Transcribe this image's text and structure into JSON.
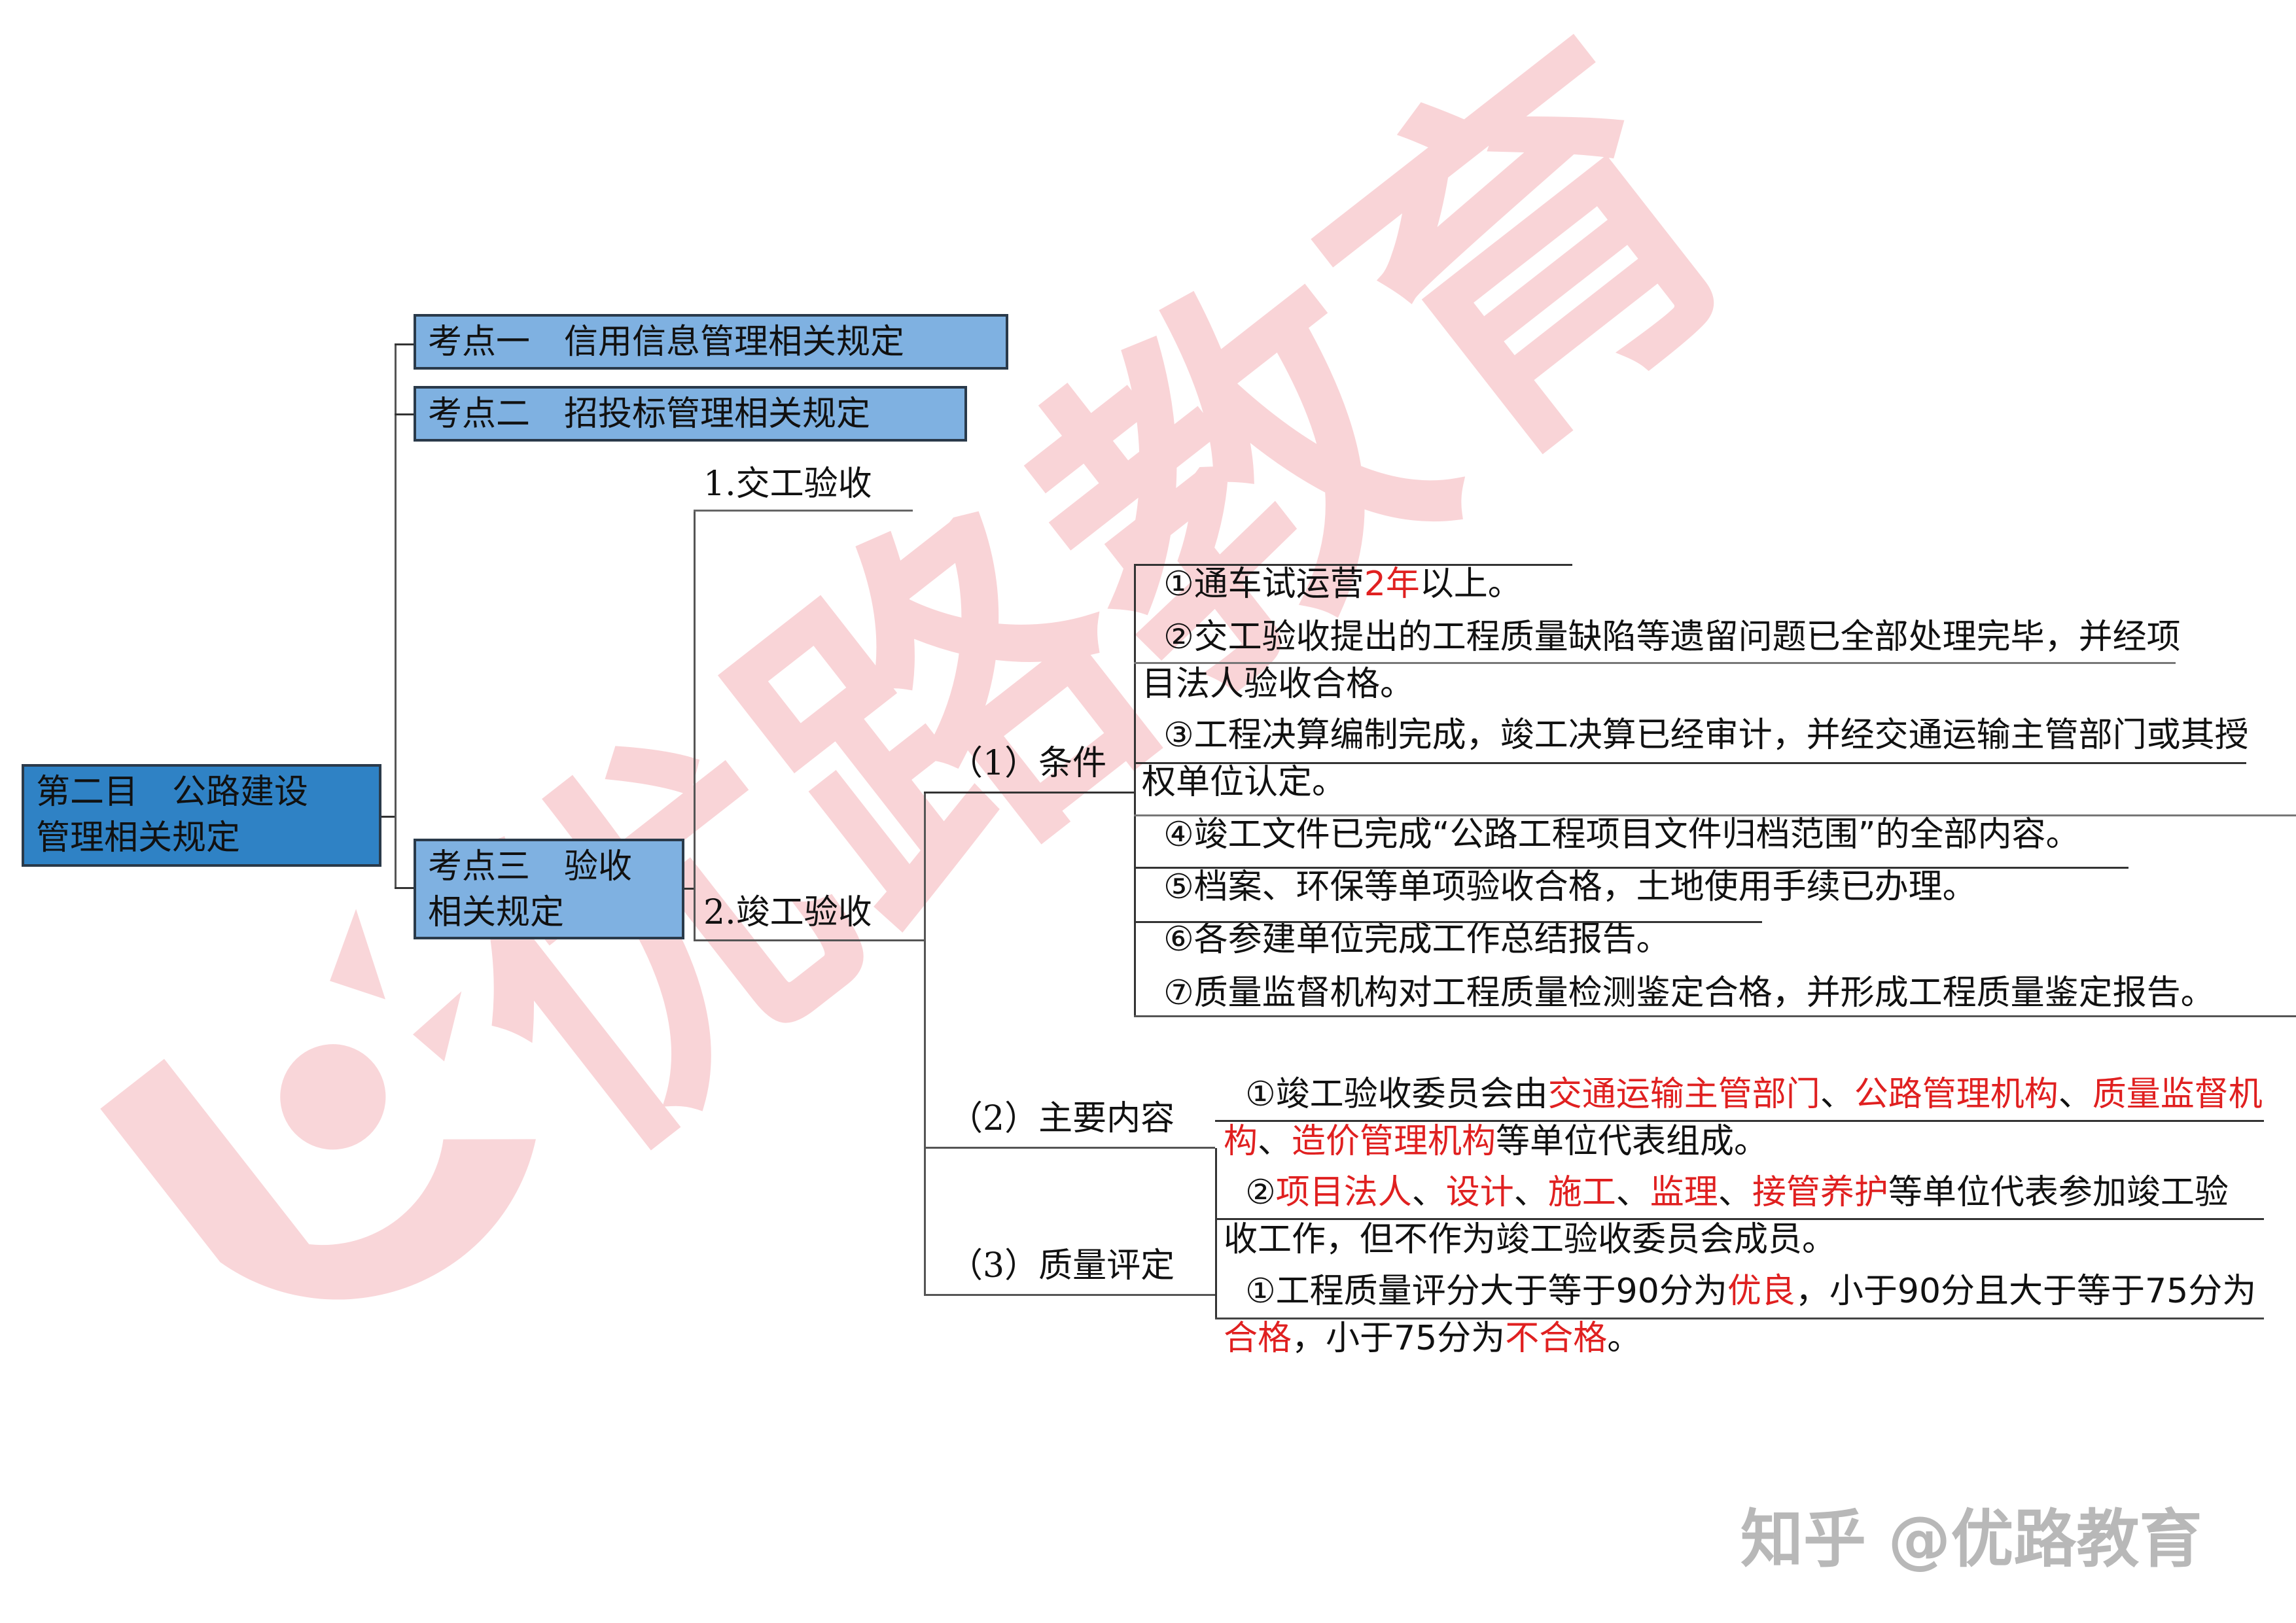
{
  "root": {
    "label_line1": "第二目　公路建设",
    "label_line2": "管理相关规定"
  },
  "points": [
    {
      "label": "考点一　信用信息管理相关规定"
    },
    {
      "label": "考点二　招投标管理相关规定"
    },
    {
      "label_line1": "考点三　验收",
      "label_line2": "相关规定"
    }
  ],
  "acceptance": {
    "handover": {
      "label": "1.交工验收"
    },
    "completion": {
      "label": "2.竣工验收",
      "conditions": {
        "label": "（1）条件",
        "items": [
          {
            "parts": [
              {
                "text": "①通车试运营"
              },
              {
                "text": "2年",
                "red": true
              },
              {
                "text": "以上。"
              }
            ]
          },
          {
            "parts": [
              {
                "text": "②交工验收提出的工程质量缺陷等遗留问题已全部处理完毕，并经项目法人验收合格。"
              }
            ]
          },
          {
            "parts": [
              {
                "text": "③工程决算编制完成，竣工决算已经审计，并经交通运输主管部门或其授权单位认定。"
              }
            ]
          },
          {
            "parts": [
              {
                "text": "④竣工文件已完成“公路工程项目文件归档范围”的全部内容。"
              }
            ]
          },
          {
            "parts": [
              {
                "text": "⑤档案、环保等单项验收合格，土地使用手续已办理。"
              }
            ]
          },
          {
            "parts": [
              {
                "text": "⑥各参建单位完成工作总结报告。"
              }
            ]
          },
          {
            "parts": [
              {
                "text": "⑦质量监督机构对工程质量检测鉴定合格，并形成工程质量鉴定报告。"
              }
            ]
          }
        ]
      },
      "main_content": {
        "label": "（2）主要内容",
        "items": [
          {
            "parts": [
              {
                "text": "①竣工验收委员会由"
              },
              {
                "text": "交通运输主管部门",
                "red": true
              },
              {
                "text": "、"
              },
              {
                "text": "公路管理机构",
                "red": true
              },
              {
                "text": "、"
              },
              {
                "text": "质量监督机构",
                "red": true
              },
              {
                "text": "、"
              },
              {
                "text": "造价管理机构",
                "red": true
              },
              {
                "text": "等单位代表组成。"
              }
            ]
          },
          {
            "parts": [
              {
                "text": "②"
              },
              {
                "text": "项目法人",
                "red": true
              },
              {
                "text": "、"
              },
              {
                "text": "设计",
                "red": true
              },
              {
                "text": "、"
              },
              {
                "text": "施工",
                "red": true
              },
              {
                "text": "、"
              },
              {
                "text": "监理",
                "red": true
              },
              {
                "text": "、"
              },
              {
                "text": "接管养护",
                "red": true
              },
              {
                "text": "等单位代表参加竣工验收工作，但不作为竣工验收委员会成员。"
              }
            ]
          }
        ]
      },
      "quality": {
        "label": "（3）质量评定",
        "items": [
          {
            "parts": [
              {
                "text": "①工程质量评分大于等于90分为"
              },
              {
                "text": "优良",
                "red": true
              },
              {
                "text": "，小于90分且大于等于75分为"
              },
              {
                "text": "合格",
                "red": true
              },
              {
                "text": "，小于75分为"
              },
              {
                "text": "不合格",
                "red": true
              },
              {
                "text": "。"
              }
            ]
          }
        ]
      }
    }
  },
  "watermark": {
    "brand": "优路教育",
    "credit": "知乎 @优路教育"
  },
  "colors": {
    "root_fill": "#2f82c5",
    "sub_fill": "#7fb1e1",
    "highlight": "#e02020",
    "watermark": "#eb7882"
  }
}
